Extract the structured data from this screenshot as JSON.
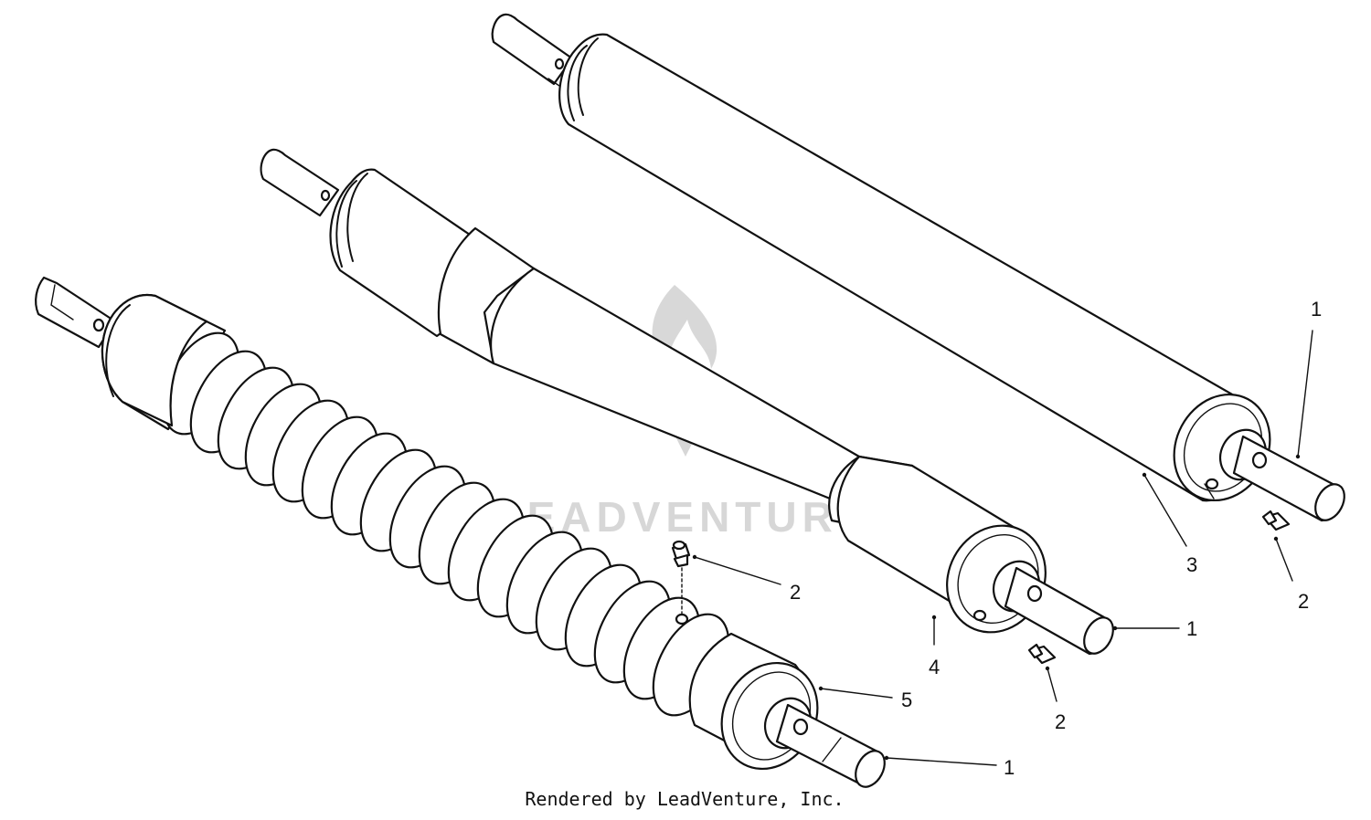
{
  "diagram": {
    "callouts": [
      {
        "id": "c1-top-right",
        "label": "1"
      },
      {
        "id": "c2-top-right",
        "label": "2"
      },
      {
        "id": "c3",
        "label": "3"
      },
      {
        "id": "c2-left",
        "label": "2"
      },
      {
        "id": "c1-mid",
        "label": "1"
      },
      {
        "id": "c4",
        "label": "4"
      },
      {
        "id": "c2-mid",
        "label": "2"
      },
      {
        "id": "c5",
        "label": "5"
      },
      {
        "id": "c1-bottom",
        "label": "1"
      }
    ],
    "credit": "Rendered by LeadVenture, Inc.",
    "watermark": {
      "text": "LEADVENTURE",
      "color": "#b8b8b8"
    }
  }
}
